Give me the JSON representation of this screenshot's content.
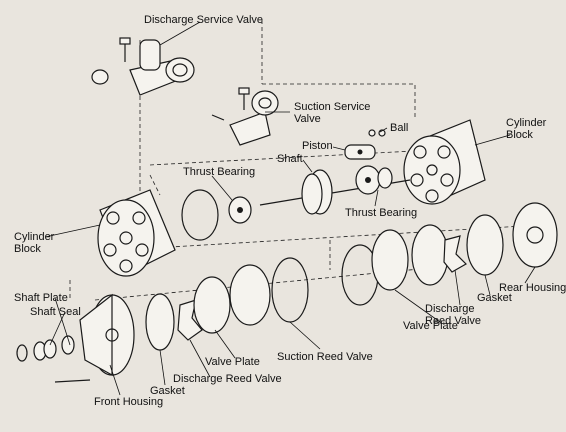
{
  "labels": {
    "discharge_service_valve": "Discharge Service Valve",
    "suction_service_valve_line1": "Suction Service",
    "suction_service_valve_line2": "Valve",
    "ball": "Ball",
    "piston": "Piston",
    "shaft": "Shaft",
    "cylinder_block_right_line1": "Cylinder",
    "cylinder_block_right_line2": "Block",
    "thrust_bearing_top": "Thrust Bearing",
    "thrust_bearing_right": "Thrust Bearing",
    "cylinder_block_left_line1": "Cylinder",
    "cylinder_block_left_line2": "Block",
    "shaft_plate": "Shaft Plate",
    "shaft_seal": "Shaft Seal",
    "front_housing": "Front Housing",
    "gasket_front": "Gasket",
    "discharge_reed_valve_front": "Discharge Reed Valve",
    "valve_plate_front": "Valve Plate",
    "suction_reed_valve": "Suction Reed Valve",
    "valve_plate_rear": "Valve Plate",
    "discharge_reed_valve_rear_line1": "Discharge",
    "discharge_reed_valve_rear_line2": "Reed Valve",
    "gasket_rear": "Gasket",
    "rear_housing": "Rear Housing"
  }
}
